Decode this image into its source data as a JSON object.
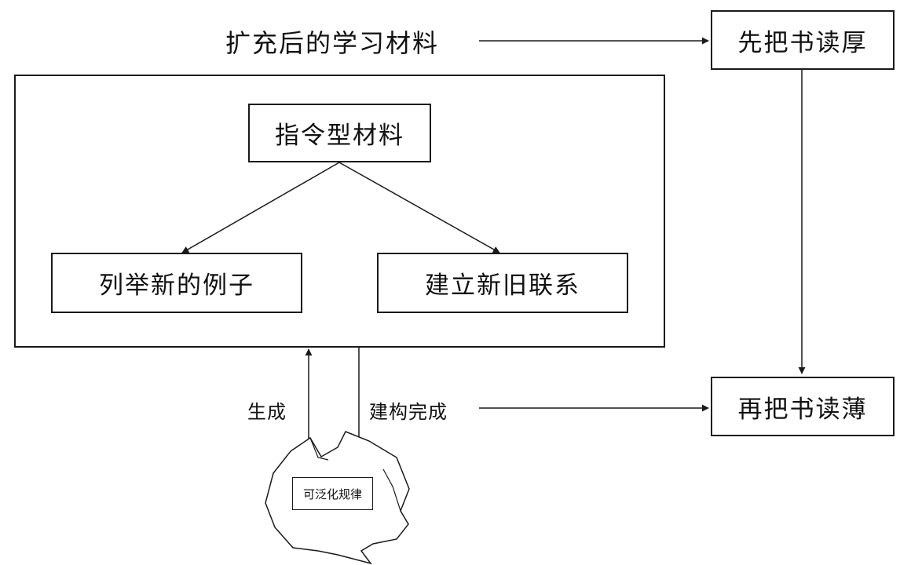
{
  "diagram": {
    "expanded_materials_label": "扩充后的学习材料",
    "read_thick_label": "先把书读厚",
    "instructional_material_label": "指令型材料",
    "new_examples_label": "列举新的例子",
    "old_new_connection_label": "建立新旧联系",
    "generate_label": "生成",
    "construction_complete_label": "建构完成",
    "read_thin_label": "再把书读薄",
    "generalizable_rule_label": "可泛化规律"
  },
  "colors": {
    "line": "#1a1a1a",
    "background": "#ffffff",
    "text": "#111111"
  }
}
